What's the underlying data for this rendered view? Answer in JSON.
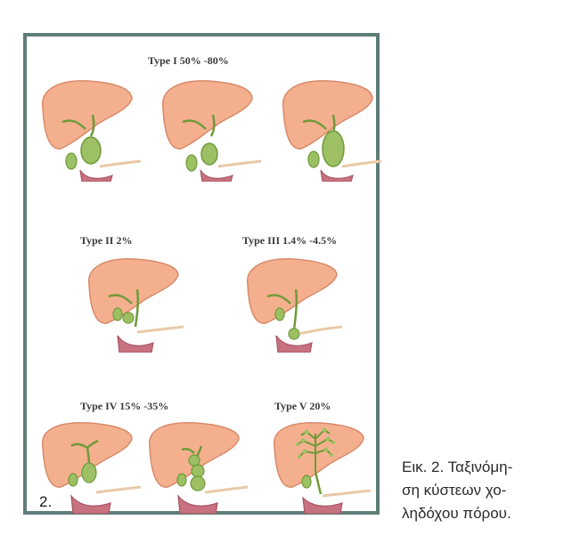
{
  "panel": {
    "figure_number": "2.",
    "type_labels": {
      "type1": "Type I 50% -80%",
      "type2": "Type II 2%",
      "type3": "Type III 1.4% -4.5%",
      "type4": "Type IV 15% -35%",
      "type5": "Type V 20%"
    }
  },
  "caption": {
    "lines": [
      "Εικ. 2. Ταξινόμη-",
      "ση κύστεων χο-",
      "ληδόχου πόρου."
    ]
  },
  "colors": {
    "liver": "#f4b08e",
    "liver_outline": "#d88a6a",
    "duct": "#9cc063",
    "duct_outline": "#6f9a3a",
    "duodenum": "#c8727f",
    "pancreatic_duct": "#e8c9a6",
    "frame": "#5f7d78"
  }
}
